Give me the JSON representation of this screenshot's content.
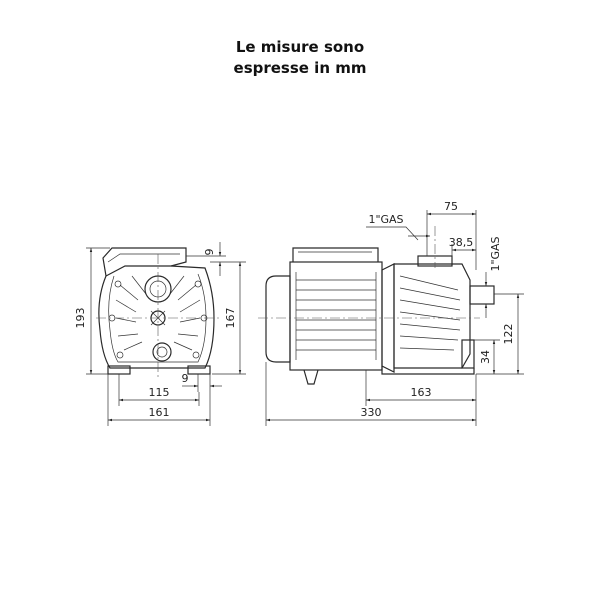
{
  "header": {
    "line1": "Le misure sono",
    "line2": "espresse in mm"
  },
  "front_view": {
    "dim_height_total": "193",
    "dim_height_axis": "167",
    "dim_top_offset": "9",
    "dim_foot_offset": "9",
    "dim_base_holes": "115",
    "dim_width_total": "161"
  },
  "side_view": {
    "dim_outlet_label": "1\"GAS",
    "dim_outlet_pos": "75",
    "dim_outlet_axis": "38,5",
    "dim_inlet_label": "1\"GAS",
    "dim_inlet_height": "122",
    "dim_base_height": "34",
    "dim_base_length": "163",
    "dim_total_length": "330"
  }
}
